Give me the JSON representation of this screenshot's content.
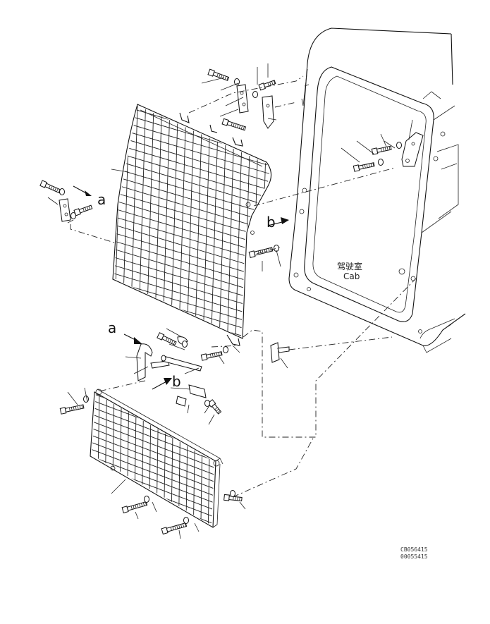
{
  "labels": {
    "callout_a": "a",
    "callout_b": "b",
    "cab_jp": "驾驶室",
    "cab_en": "Cab",
    "drawing_code_1": "CB056415",
    "drawing_code_2": "00055415"
  }
}
